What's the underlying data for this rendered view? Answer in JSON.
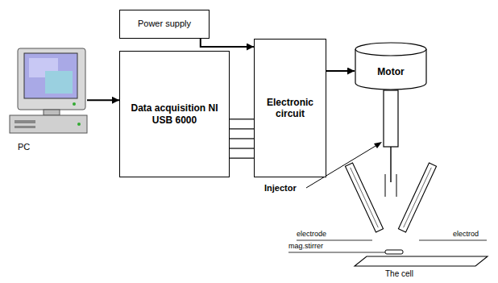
{
  "diagram": {
    "nodes": [
      {
        "text": [
          "PC"
        ]
      },
      {
        "text": [
          "Power supply"
        ]
      },
      {
        "text": [
          "Data acquisition NI USB 6000"
        ]
      },
      {
        "text": [
          "Electronic circuit"
        ]
      },
      {
        "text": [
          "Motor"
        ]
      }
    ],
    "edges": [
      {
        "from": 0,
        "to": 2,
        "arrow": "to"
      },
      {
        "from": 1,
        "to": 3,
        "arrow": "to"
      },
      {
        "from": 2,
        "to": 3,
        "arrow": "none"
      },
      {
        "from": 2,
        "to": 3,
        "arrow": "none"
      },
      {
        "from": 2,
        "to": 3,
        "arrow": "none"
      },
      {
        "from": 2,
        "to": 3,
        "arrow": "none"
      },
      {
        "from": 2,
        "to": 3,
        "arrow": "none"
      },
      {
        "from": 3,
        "to": 4,
        "arrow": "to"
      }
    ],
    "labels": [
      "Injector",
      "electrode",
      "electrod",
      "mag.stirrer",
      "The cell"
    ]
  }
}
